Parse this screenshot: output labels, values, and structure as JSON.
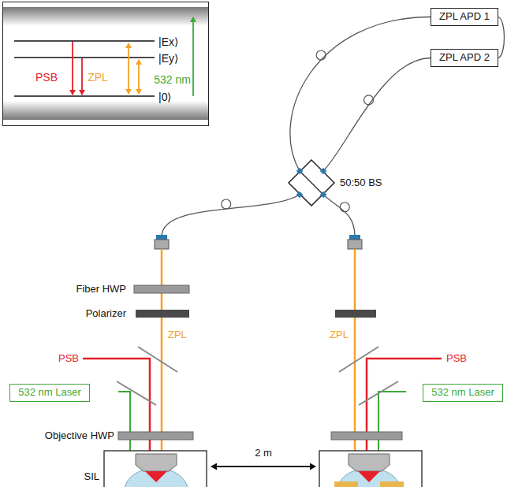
{
  "diagram": {
    "nodes": [
      {
        "text": [
          "|Ex⟩",
          "|Ey⟩",
          "|0⟩",
          "PSB",
          "ZPL",
          "532 nm"
        ]
      },
      {
        "text": [
          "ZPL APD 1"
        ]
      },
      {
        "text": [
          "ZPL APD 2"
        ]
      },
      {
        "text": [
          "50:50 BS"
        ]
      },
      {
        "text": [
          "532 nm Laser"
        ]
      },
      {
        "text": [
          "532 nm Laser"
        ]
      }
    ],
    "edges": [
      {
        "from": 3,
        "to": 1,
        "arrow": "none"
      },
      {
        "from": 3,
        "to": 2,
        "arrow": "none"
      }
    ],
    "labels": [
      "Fiber HWP",
      "Polarizer",
      "PSB",
      "ZPL",
      "Objective HWP",
      "SIL",
      "2 m",
      "ZPL",
      "PSB"
    ]
  }
}
